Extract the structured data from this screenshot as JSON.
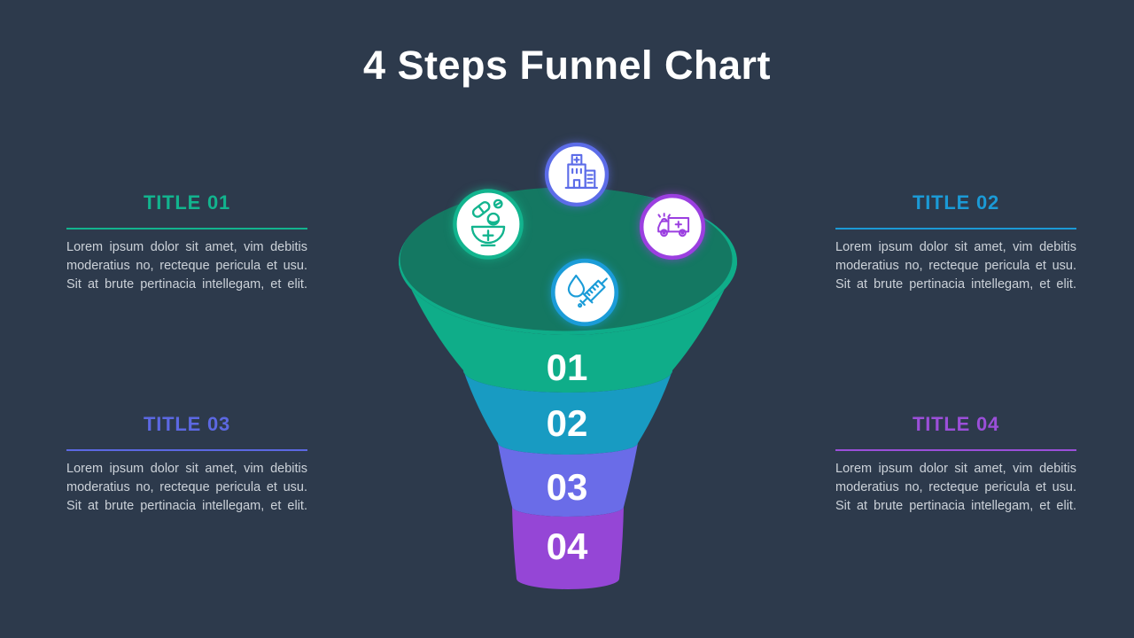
{
  "slide": {
    "title": "4 Steps Funnel Chart",
    "background_color": "#2d3a4c",
    "title_color": "#ffffff"
  },
  "blocks": [
    {
      "label": "TITLE 01",
      "color": "#12b48e",
      "body": "Lorem ipsum dolor sit amet, vim debitis moderatius no, recteque pericula et usu. Sit at brute pertinacia intellegam, et elit."
    },
    {
      "label": "TITLE 02",
      "color": "#1b9ad6",
      "body": "Lorem ipsum dolor sit amet, vim debitis moderatius no, recteque pericula et usu. Sit at brute pertinacia intellegam, et elit."
    },
    {
      "label": "TITLE 03",
      "color": "#5c68e2",
      "body": "Lorem ipsum dolor sit amet, vim debitis moderatius no, recteque pericula et usu. Sit at brute pertinacia intellegam, et elit."
    },
    {
      "label": "TITLE 04",
      "color": "#9b4fd9",
      "body": "Lorem ipsum dolor sit amet, vim debitis moderatius no, recteque pericula et usu. Sit at brute pertinacia intellegam, et elit."
    }
  ],
  "funnel": {
    "top_surface_color": "#147862",
    "rim_color": "#0fad89",
    "steps": [
      {
        "number": "01",
        "color": "#0fad89"
      },
      {
        "number": "02",
        "color": "#189bc2"
      },
      {
        "number": "03",
        "color": "#6a6ce8"
      },
      {
        "number": "04",
        "color": "#9546d6"
      }
    ]
  },
  "icons": [
    {
      "name": "pharmacy-mortar-icon",
      "color": "#12b48e"
    },
    {
      "name": "hospital-building-icon",
      "color": "#5c6ce8"
    },
    {
      "name": "ambulance-icon",
      "color": "#9b3fe0"
    },
    {
      "name": "syringe-icon",
      "color": "#1b9cd8"
    }
  ]
}
